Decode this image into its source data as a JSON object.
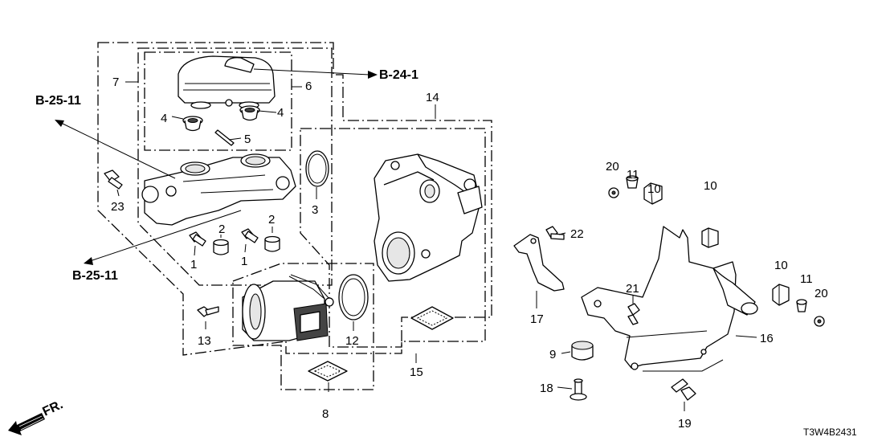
{
  "diagram": {
    "references": {
      "b24_1": "B-24-1",
      "b25_11_top": "B-25-11",
      "b25_11_bottom": "B-25-11"
    },
    "parts": {
      "p1a": "1",
      "p1b": "1",
      "p2a": "2",
      "p2b": "2",
      "p3": "3",
      "p4a": "4",
      "p4b": "4",
      "p5": "5",
      "p6": "6",
      "p7": "7",
      "p8": "8",
      "p9": "9",
      "p10a": "10",
      "p10b": "10",
      "p10c": "10",
      "p11a": "11",
      "p11b": "11",
      "p12": "12",
      "p13": "13",
      "p14": "14",
      "p15": "15",
      "p16": "16",
      "p17": "17",
      "p18": "18",
      "p19": "19",
      "p20a": "20",
      "p20b": "20",
      "p21": "21",
      "p22": "22",
      "p23": "23"
    },
    "front_indicator": "FR.",
    "diagram_code": "T3W4B2431"
  }
}
